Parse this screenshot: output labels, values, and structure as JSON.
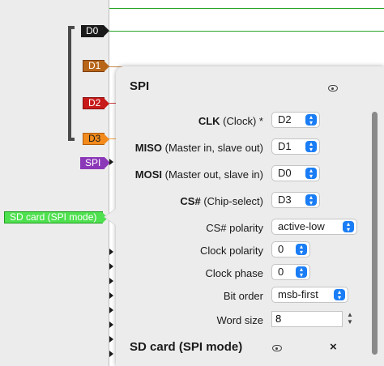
{
  "channels": [
    {
      "name": "d0",
      "label": "D0"
    },
    {
      "name": "d1",
      "label": "D1"
    },
    {
      "name": "d2",
      "label": "D2"
    },
    {
      "name": "d3",
      "label": "D3"
    }
  ],
  "decoders": {
    "spi_label": "SPI",
    "sd_label": "SD card (SPI mode)"
  },
  "popup": {
    "spi_title": "SPI",
    "sd_title": "SD card (SPI mode)",
    "close_glyph": "×",
    "rows": {
      "clk": {
        "bold": "CLK",
        "rest": " (Clock) *",
        "value": "D2"
      },
      "miso": {
        "bold": "MISO",
        "rest": " (Master in, slave out)",
        "value": "D1"
      },
      "mosi": {
        "bold": "MOSI",
        "rest": " (Master out, slave in)",
        "value": "D0"
      },
      "cs": {
        "bold": "CS#",
        "rest": " (Chip-select)",
        "value": "D3"
      },
      "cs_pol": {
        "label": "CS# polarity",
        "value": "active-low"
      },
      "clk_pol": {
        "label": "Clock polarity",
        "value": "0"
      },
      "clk_ph": {
        "label": "Clock phase",
        "value": "0"
      },
      "bit_ord": {
        "label": "Bit order",
        "value": "msb-first"
      },
      "word_sz": {
        "label": "Word size",
        "value": "8"
      }
    }
  },
  "colors": {
    "accent": "#1a7df5",
    "d0": "#1a1a1a",
    "d1": "#b8651a",
    "d2": "#c81a1a",
    "d3": "#f28a1c",
    "spi": "#8b38b8",
    "sd": "#4ee04e"
  }
}
